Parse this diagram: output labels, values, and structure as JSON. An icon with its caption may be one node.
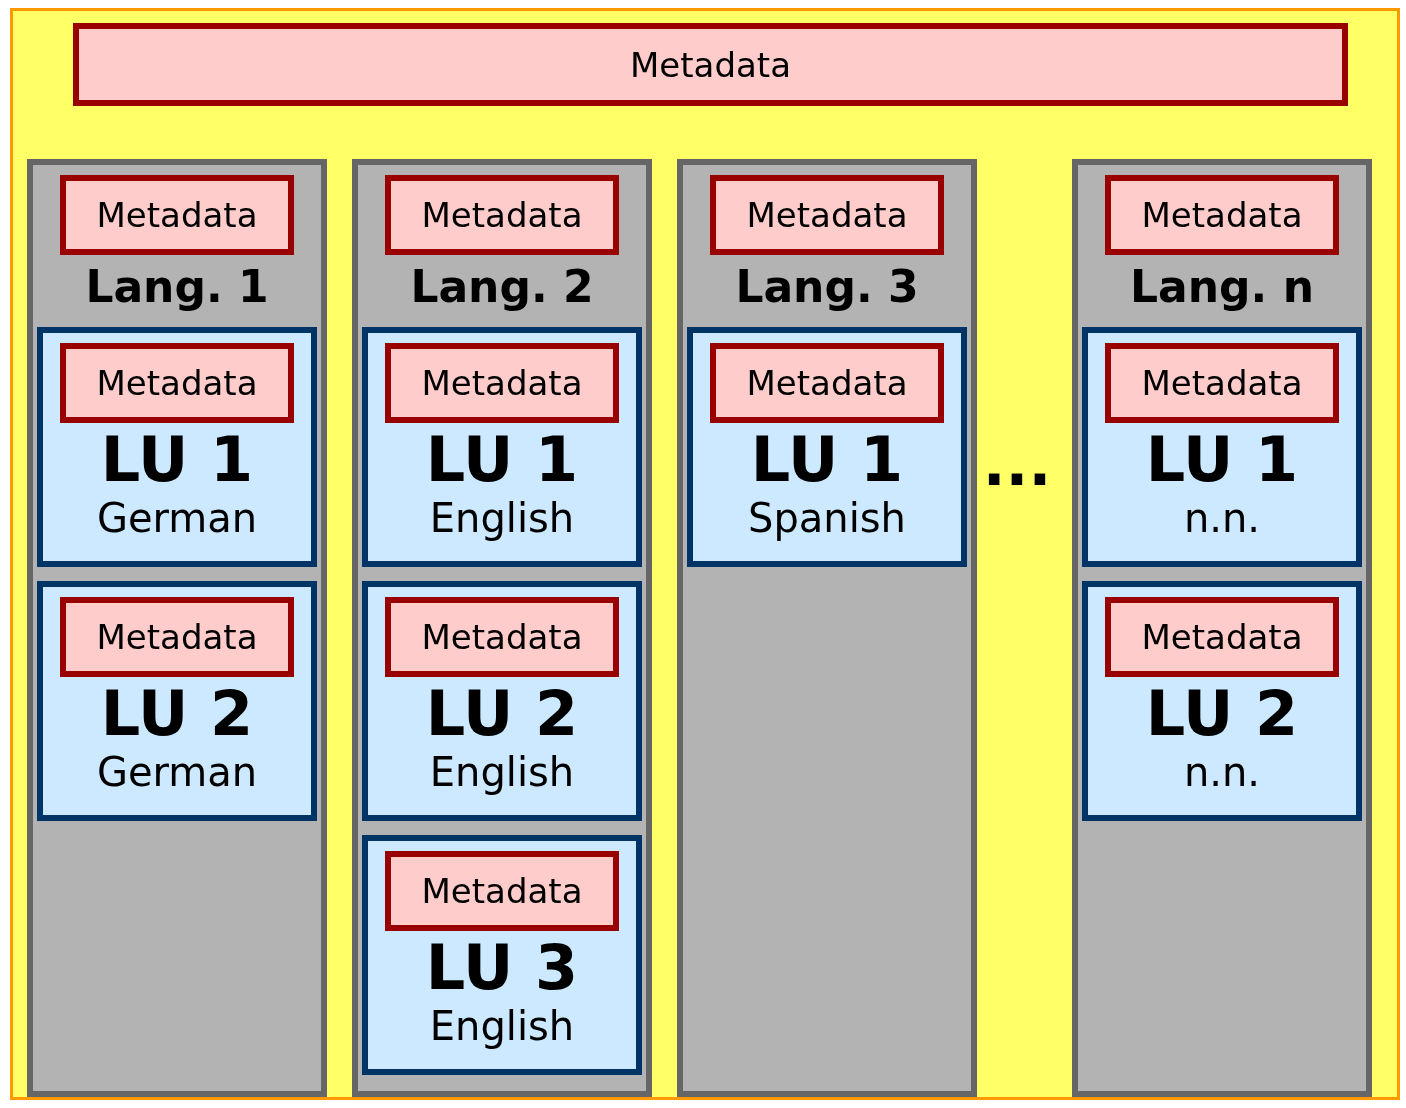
{
  "diagram": {
    "nodes": [
      {
        "text": [],
        "shape": "box"
      },
      {
        "text": [
          "Metadata"
        ],
        "in": 0
      },
      {
        "text": [
          "Lang. 1"
        ],
        "in": 0
      },
      {
        "text": [
          "Metadata"
        ],
        "in": 2
      },
      {
        "text": [
          "LU 1",
          "German"
        ],
        "in": 2
      },
      {
        "text": [
          "Metadata"
        ],
        "in": 4
      },
      {
        "text": [
          "LU 2",
          "German"
        ],
        "in": 2
      },
      {
        "text": [
          "Metadata"
        ],
        "in": 6
      },
      {
        "text": [
          "Lang. 2"
        ],
        "in": 0
      },
      {
        "text": [
          "Metadata"
        ],
        "in": 8
      },
      {
        "text": [
          "LU 1",
          "English"
        ],
        "in": 8
      },
      {
        "text": [
          "Metadata"
        ],
        "in": 10
      },
      {
        "text": [
          "LU 2",
          "English"
        ],
        "in": 8
      },
      {
        "text": [
          "Metadata"
        ],
        "in": 12
      },
      {
        "text": [
          "LU 3",
          "English"
        ],
        "in": 8
      },
      {
        "text": [
          "Metadata"
        ],
        "in": 14
      },
      {
        "text": [
          "Lang. 3"
        ],
        "in": 0
      },
      {
        "text": [
          "Metadata"
        ],
        "in": 16
      },
      {
        "text": [
          "LU 1",
          "Spanish"
        ],
        "in": 16
      },
      {
        "text": [
          "Metadata"
        ],
        "in": 18
      },
      {
        "text": [
          "Lang. n"
        ],
        "in": 0
      },
      {
        "text": [
          "Metadata"
        ],
        "in": 20
      },
      {
        "text": [
          "LU 1",
          "n.n."
        ],
        "in": 20
      },
      {
        "text": [
          "Metadata"
        ],
        "in": 22
      },
      {
        "text": [
          "LU 2",
          "n.n."
        ],
        "in": 20
      },
      {
        "text": [
          "Metadata"
        ],
        "in": 24
      }
    ],
    "edges": [],
    "labels": [
      "..."
    ]
  }
}
